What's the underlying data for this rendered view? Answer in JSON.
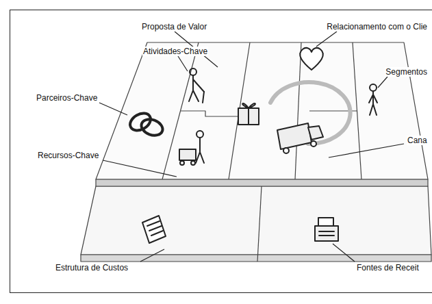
{
  "diagram": {
    "labels": [
      "Proposta de Valor",
      "Relacionamento com o Clie",
      "Atividades-Chave",
      "Parceiros-Chave",
      "Segmentos",
      "Recursos-Chave",
      "Cana",
      "Estrutura de Custos",
      "Fontes de Receit"
    ]
  }
}
